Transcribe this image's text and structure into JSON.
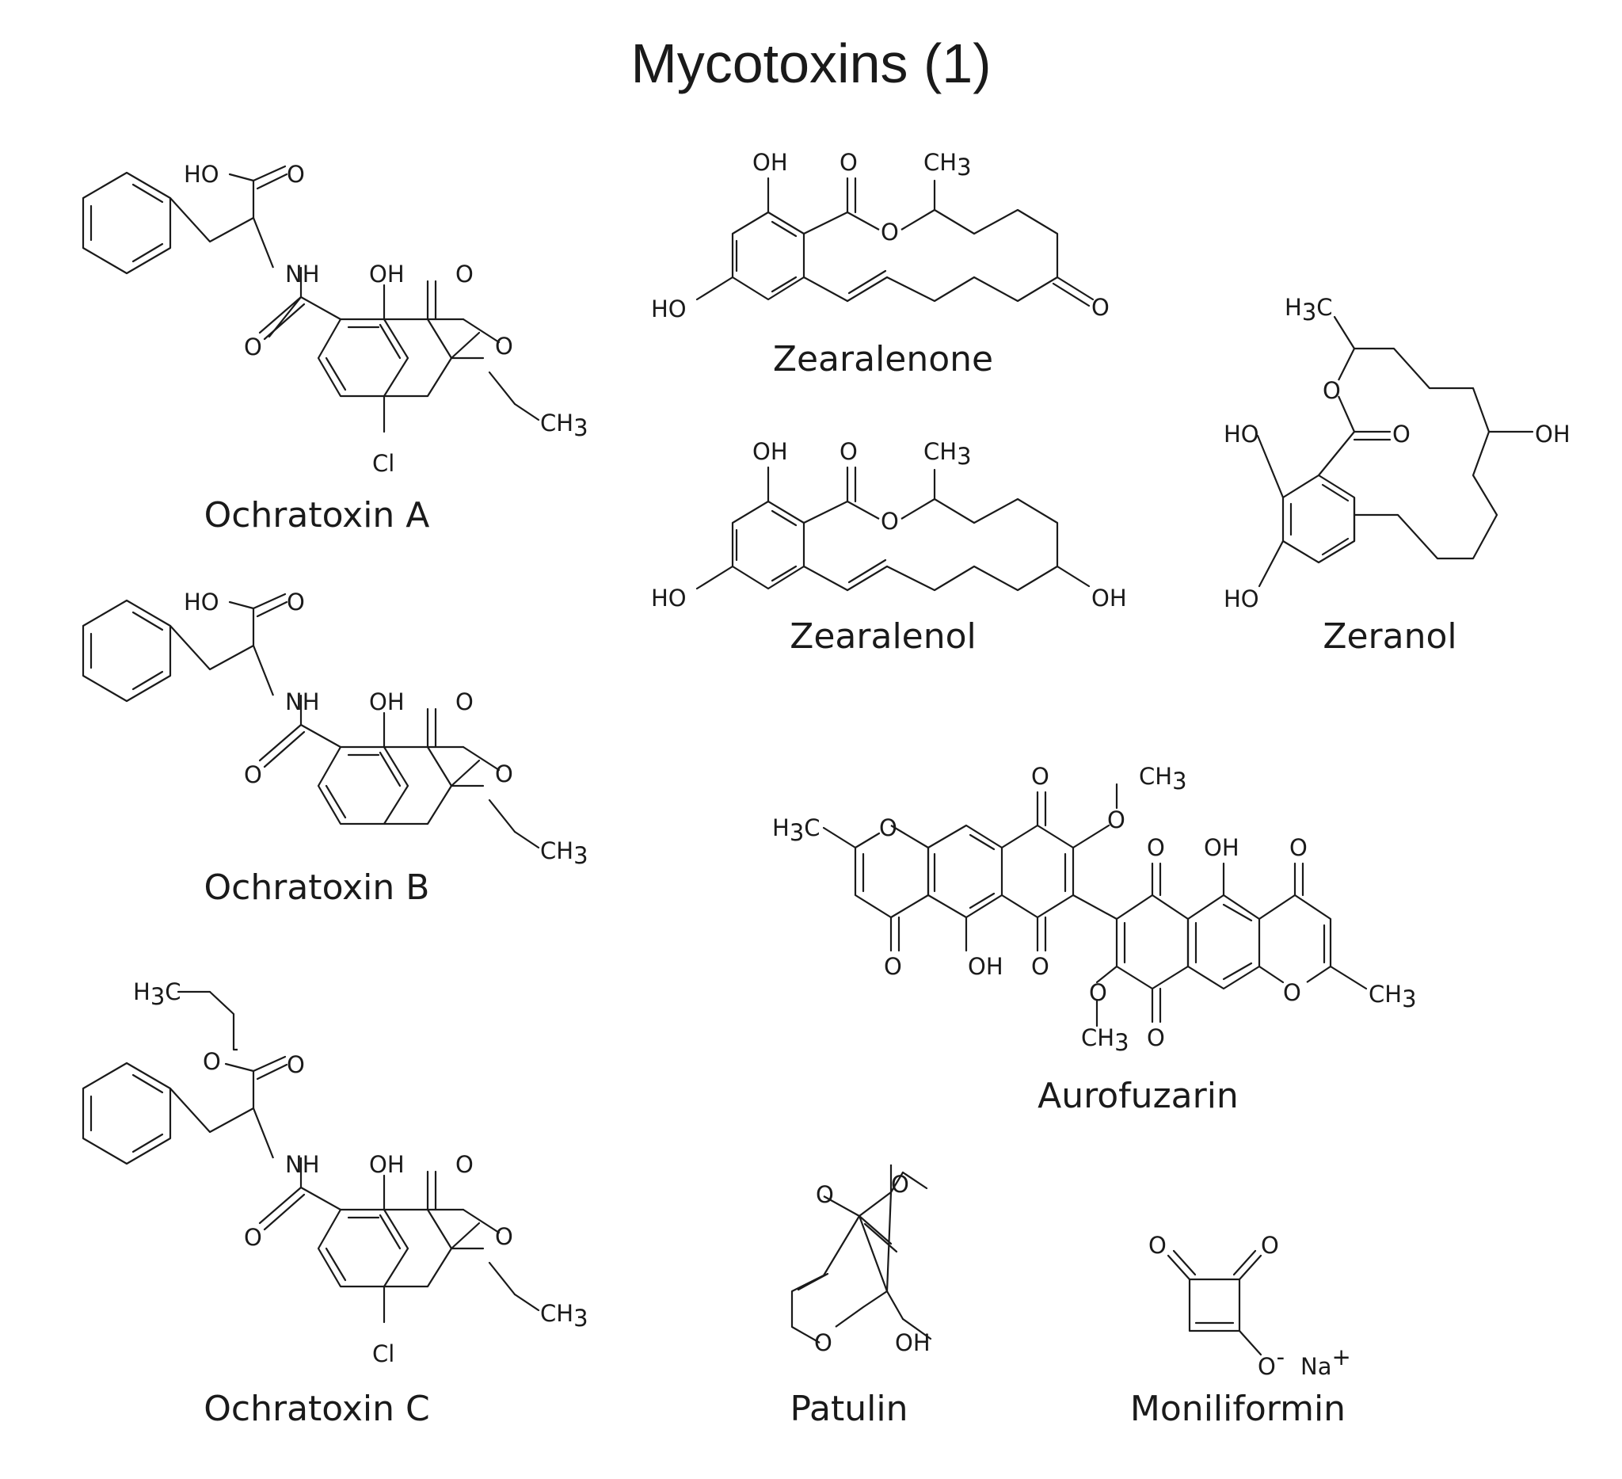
{
  "title": "Mycotoxins (1)",
  "compounds": [
    {
      "name": "Ochratoxin A"
    },
    {
      "name": "Ochratoxin B"
    },
    {
      "name": "Ochratoxin C"
    },
    {
      "name": "Zearalenone"
    },
    {
      "name": "Zearalenol"
    },
    {
      "name": "Zeranol"
    },
    {
      "name": "Aurofuzarin"
    },
    {
      "name": "Patulin"
    },
    {
      "name": "Moniliformin"
    }
  ],
  "atoms": {
    "HO": "HO",
    "OH": "OH",
    "O": "O",
    "NH": "NH",
    "Cl": "Cl",
    "CH": "CH",
    "H": "H",
    "C": "C",
    "three": "3",
    "minus": "-",
    "Na": "Na",
    "plus": "+"
  }
}
